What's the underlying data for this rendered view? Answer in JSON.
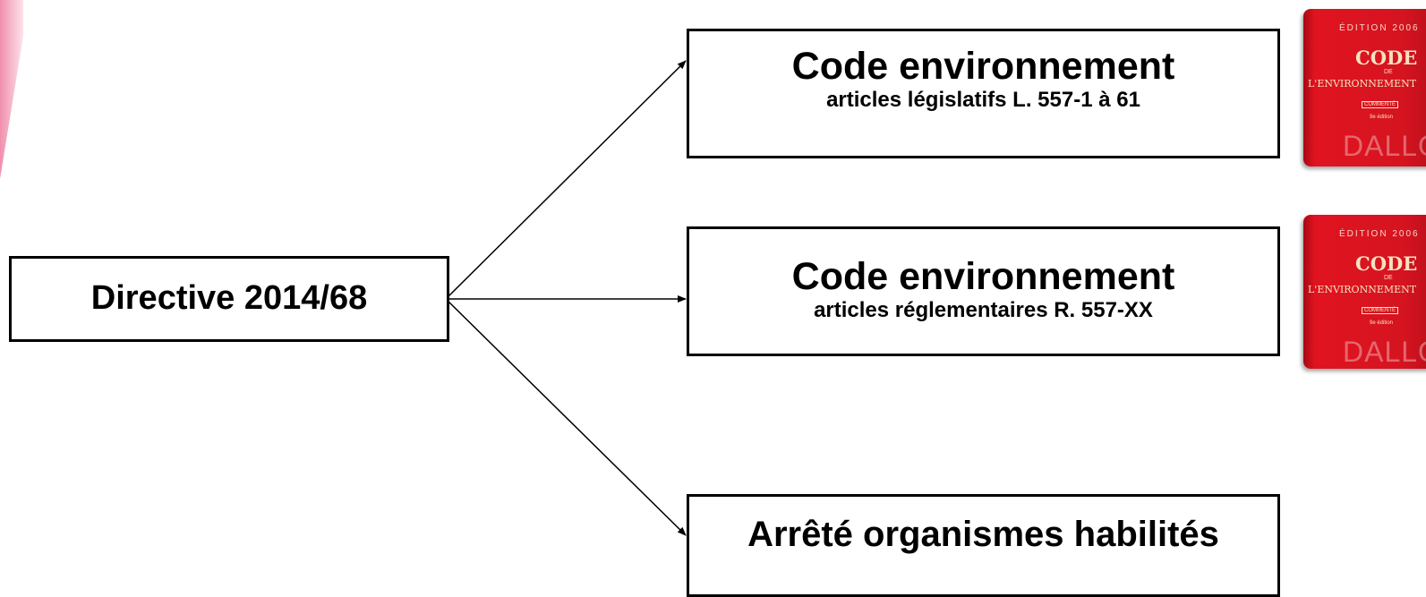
{
  "nodes": {
    "directive": {
      "title": "Directive 2014/68"
    },
    "legislative": {
      "title": "Code environnement",
      "subtitle": "articles législatifs L. 557-1 à 61"
    },
    "regulatory": {
      "title": "Code environnement",
      "subtitle": "articles réglementaires R. 557-XX"
    },
    "arrete": {
      "title": "Arrêté organismes habilités"
    }
  },
  "books": [
    {
      "edition": "ÉDITION 2006",
      "title": "CODE",
      "de": "DE",
      "subject": "L'ENVIRONNEMENT",
      "badge": "COMMENTÉ",
      "edition_number": "9e édition",
      "publisher": "DALLOZ"
    },
    {
      "edition": "ÉDITION 2006",
      "title": "CODE",
      "de": "DE",
      "subject": "L'ENVIRONNEMENT",
      "badge": "COMMENTÉ",
      "edition_number": "9e édition",
      "publisher": "DALLOZ"
    }
  ],
  "colors": {
    "book_red": "#d51420",
    "line": "#000000",
    "accent_pink": "#f3a6bd"
  }
}
